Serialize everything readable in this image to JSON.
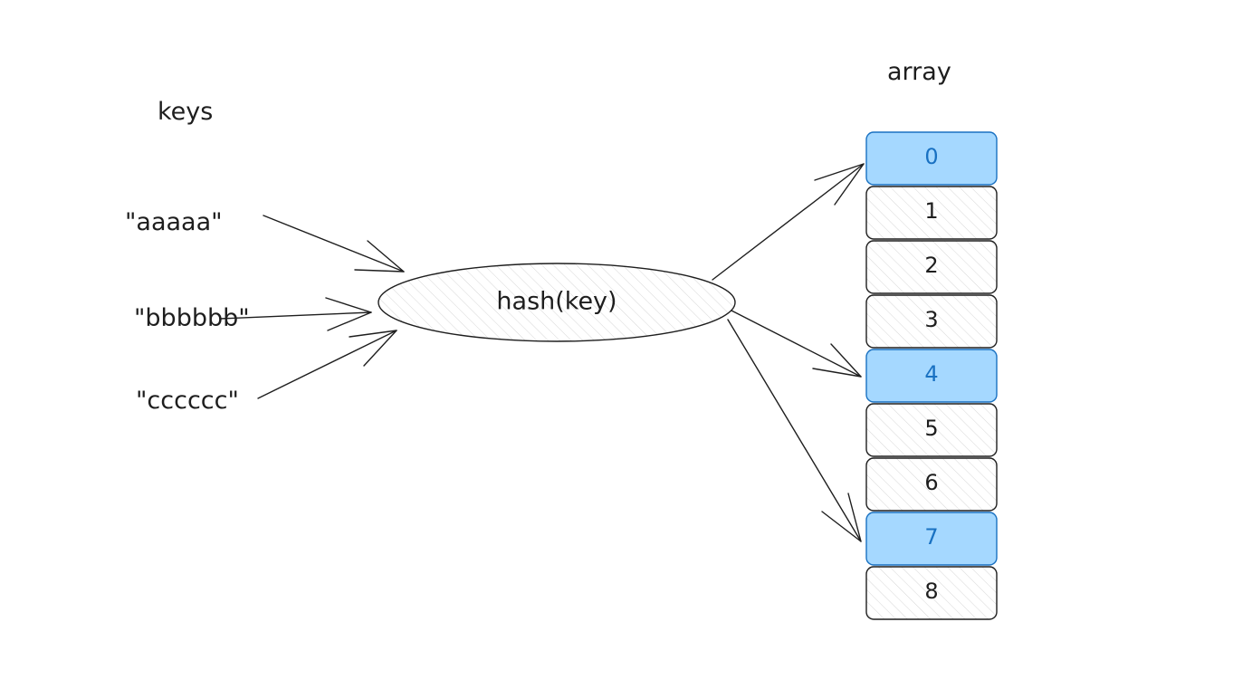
{
  "labels": {
    "keys_heading": "keys",
    "array_heading": "array",
    "hash_function": "hash(key)"
  },
  "keys": [
    {
      "text": "\"aaaaa\""
    },
    {
      "text": "\"bbbbbb\""
    },
    {
      "text": "\"cccccc\""
    }
  ],
  "array": {
    "cells": [
      {
        "index": "0",
        "highlighted": true
      },
      {
        "index": "1",
        "highlighted": false
      },
      {
        "index": "2",
        "highlighted": false
      },
      {
        "index": "3",
        "highlighted": false
      },
      {
        "index": "4",
        "highlighted": true
      },
      {
        "index": "5",
        "highlighted": false
      },
      {
        "index": "6",
        "highlighted": false
      },
      {
        "index": "7",
        "highlighted": true
      },
      {
        "index": "8",
        "highlighted": false
      }
    ]
  },
  "mappings_to": [
    "0",
    "4",
    "7"
  ],
  "colors": {
    "stroke": "#1e1e1e",
    "highlight_fill": "#a5d8ff",
    "highlight_stroke": "#1971c2",
    "highlight_text": "#1971c2",
    "text": "#1e1e1e"
  }
}
